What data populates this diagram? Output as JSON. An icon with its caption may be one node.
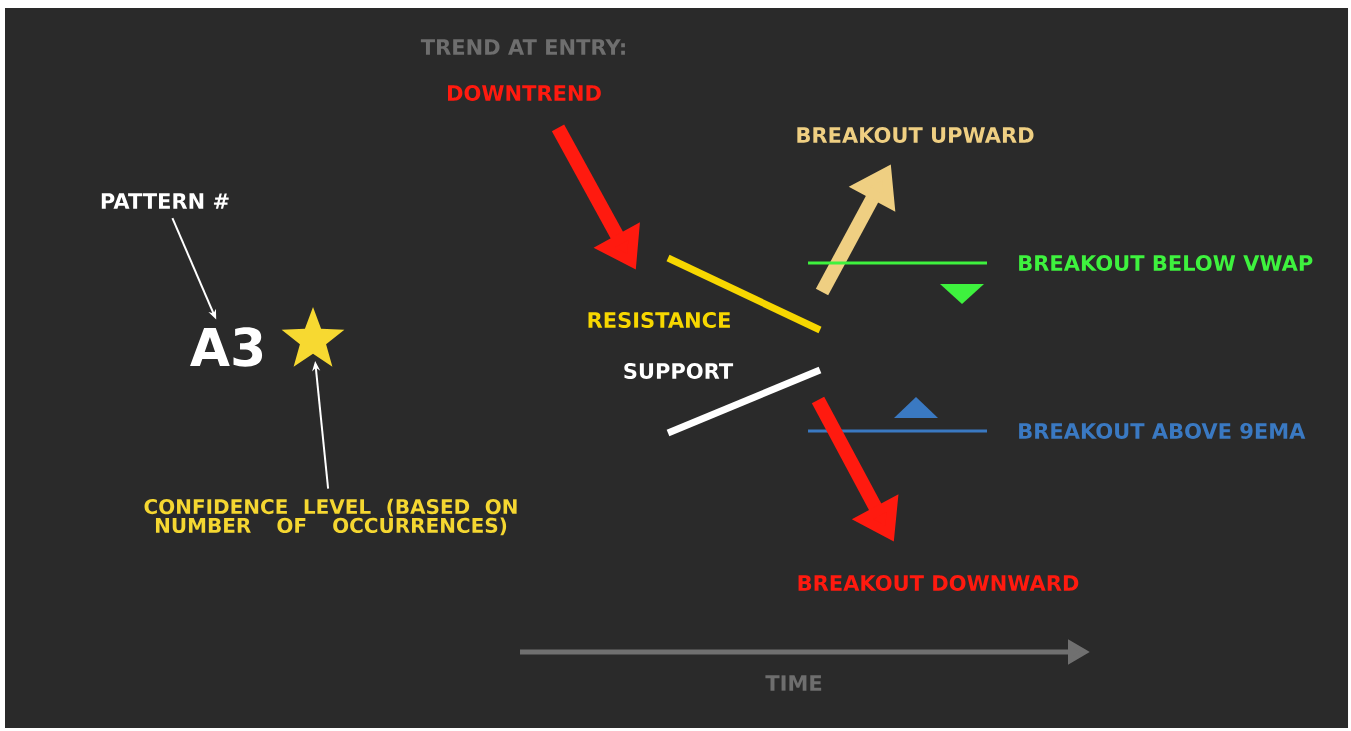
{
  "diagram": {
    "nodes": [
      {
        "text": [
          "PATTERN #"
        ]
      },
      {
        "text": [
          "A3"
        ]
      },
      {
        "text": [],
        "shape": "star"
      },
      {
        "text": [
          "CONFIDENCE LEVEL (BASED ON NUMBER OF OCCURRENCES)"
        ]
      }
    ],
    "edges": [
      {
        "from": 0,
        "to": 1,
        "arrow": "to"
      },
      {
        "from": 3,
        "to": 2,
        "arrow": "to"
      }
    ],
    "labels": [
      "TREND AT ENTRY:",
      "DOWNTREND",
      "BREAKOUT UPWARD",
      "BREAKOUT BELOW VWAP",
      "RESISTANCE",
      "SUPPORT",
      "BREAKOUT ABOVE 9EMA",
      "BREAKOUT DOWNWARD",
      "TIME"
    ]
  }
}
